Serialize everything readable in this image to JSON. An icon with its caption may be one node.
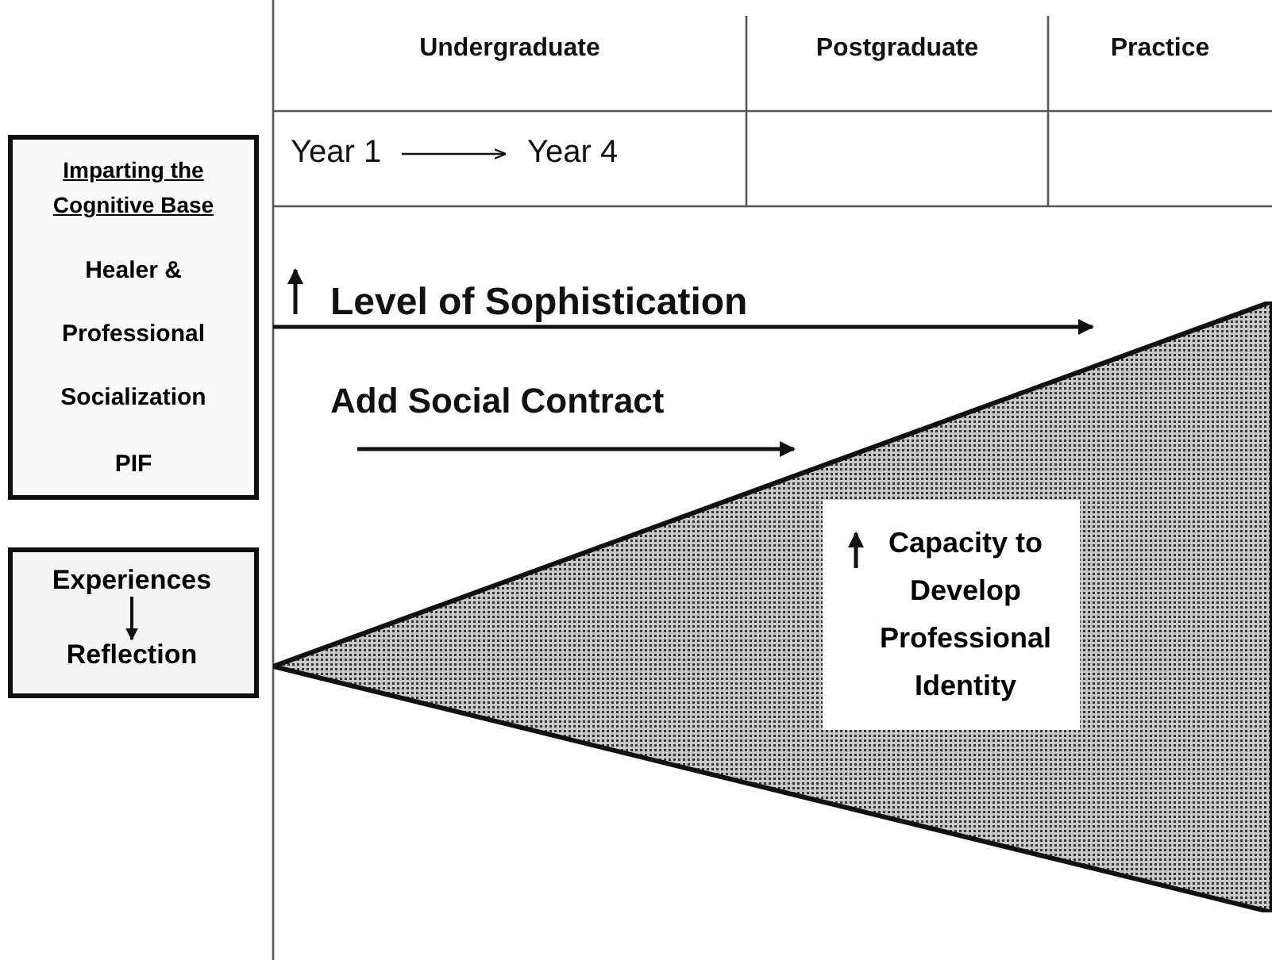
{
  "diagram": {
    "nodes": [
      {
        "text": [
          "Imparting the Cognitive Base",
          "Healer & Professional Socialization",
          "PIF"
        ]
      },
      {
        "text": [],
        "shape": "box"
      },
      {
        "text": [
          "Experiences"
        ],
        "in": 1
      },
      {
        "text": [
          "Reflection"
        ],
        "in": 1
      },
      {
        "text": [],
        "shape": "triangle"
      },
      {
        "text": [
          "Capacity to Develop Professional Identity"
        ],
        "in": 4
      }
    ],
    "edges": [
      {
        "from": 2,
        "to": 3,
        "arrow": "to"
      }
    ],
    "labels": [
      "Undergraduate",
      "Postgraduate",
      "Practice",
      "Year 1",
      "Year 4",
      "Level of Sophistication",
      "Add Social Contract"
    ]
  }
}
